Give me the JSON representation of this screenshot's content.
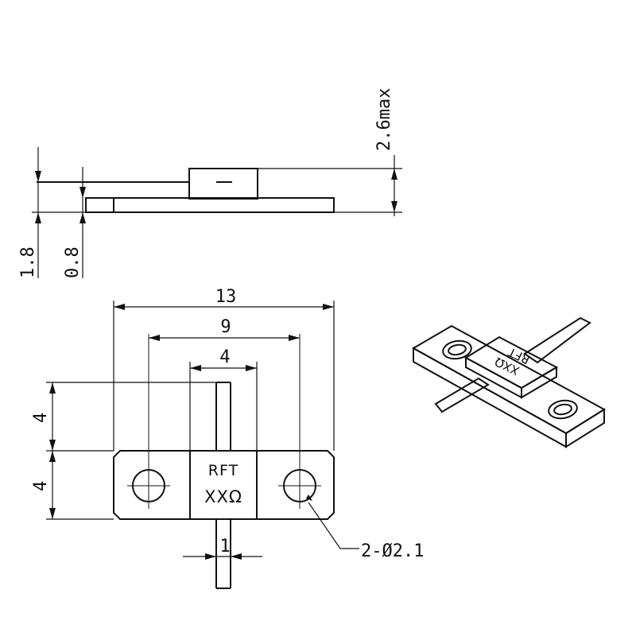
{
  "side_view": {
    "height_label": "2.6max",
    "base_thickness_label": "1.8",
    "lead_thickness_label": "0.8"
  },
  "top_view": {
    "overall_width_label": "13",
    "hole_spacing_label": "9",
    "body_width_label": "4",
    "lead_length_label": "4",
    "flange_height_label": "4",
    "lead_width_label": "1",
    "hole_callout": "2-Ø2.1"
  },
  "marking": {
    "line1": "RFT",
    "line2": "XXΩ"
  }
}
